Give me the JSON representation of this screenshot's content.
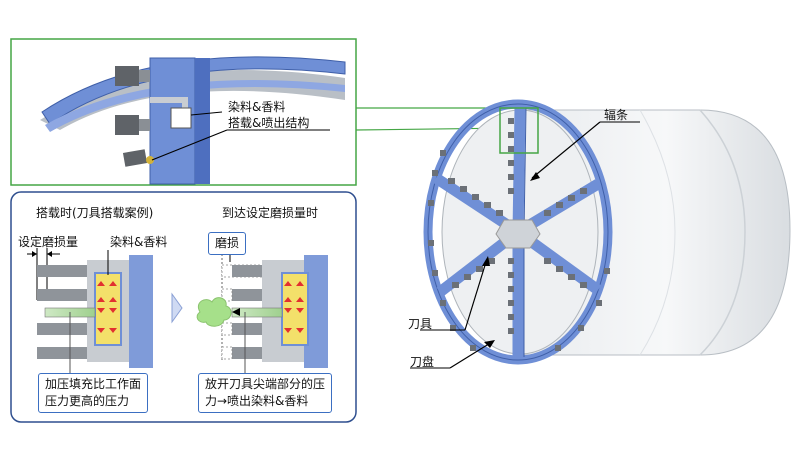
{
  "inset": {
    "label_line1": "染料&香料",
    "label_line2": "搭载&喷出结构"
  },
  "left_panel": {
    "title": "搭载时(刀具搭载案例)",
    "dim_label": "设定磨损量",
    "dye_label": "染料&香料",
    "note_line1": "加压填充比工作面",
    "note_line2": "压力更高的压力"
  },
  "right_panel": {
    "title": "到达设定磨损量时",
    "wear_label": "磨损",
    "note_line1": "放开刀具尖端部分的压",
    "note_line2": "力→喷出染料&香料"
  },
  "machine": {
    "spoke_label": "辐条",
    "cutter_label": "刀具",
    "cutterhead_label": "刀盘"
  },
  "colors": {
    "frame_blue": "#6f8fd6",
    "inset_border": "#45a645",
    "panel_border": "#2f4f8f",
    "arrow_red": "#e23030",
    "dye_yellow": "#f3e06a",
    "green_fluid": "#a6e08a"
  }
}
